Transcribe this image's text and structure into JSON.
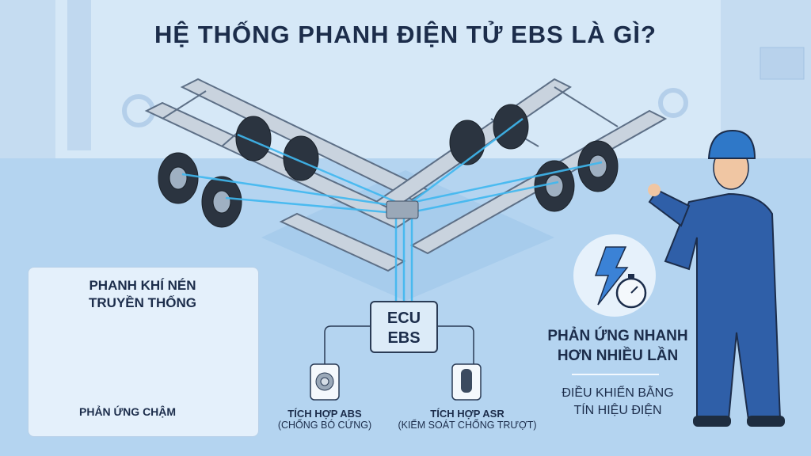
{
  "title": "HỆ THỐNG PHANH ĐIỆN TỬ EBS LÀ GÌ?",
  "traditional_panel": {
    "title_line1": "PHANH KHÍ NÉN",
    "title_line2": "TRUYỀN THỐNG",
    "note": "PHẢN ỨNG CHẬM"
  },
  "ecu": {
    "line1": "ECU",
    "line2": "EBS"
  },
  "abs": {
    "label": "TÍCH HỢP ABS",
    "sub": "(CHỐNG BÓ CỨNG)"
  },
  "asr": {
    "label": "TÍCH HỢP ASR",
    "sub": "(KIỂM SOÁT CHỐNG TRƯỢT)"
  },
  "benefit": {
    "line1": "PHẢN ỨNG NHANH",
    "line2": "HƠN NHIỀU LẦN",
    "detail1": "ĐIỀU KHIỂN BẰNG",
    "detail2": "TÍN HIỆU ĐIỆN"
  },
  "colors": {
    "text": "#1c2d4b",
    "glow": "#3fb8f0",
    "accent": "#3b82d6"
  }
}
